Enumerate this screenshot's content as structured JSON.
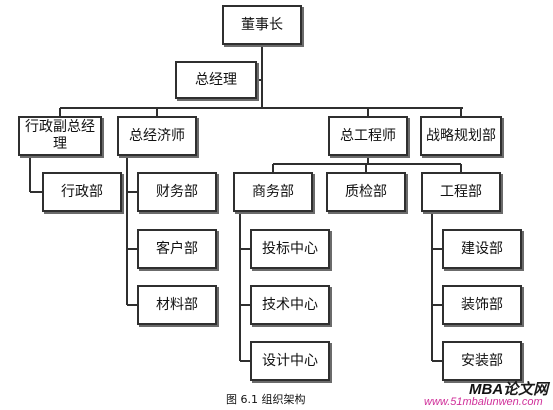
{
  "diagram": {
    "root": "董事长",
    "general_manager": "总经理",
    "departments": {
      "admin_deputy_gm": "行政副总经理",
      "admin_office": "行政部",
      "chief_economist": "总经济师",
      "finance": "财务部",
      "customer": "客户部",
      "materials": "材料部",
      "chief_engineer": "总工程师",
      "business": "商务部",
      "bidding_center": "投标中心",
      "tech_center": "技术中心",
      "design_center": "设计中心",
      "quality": "质检部",
      "engineering": "工程部",
      "construction": "建设部",
      "decoration": "装饰部",
      "installation": "安装部",
      "strategy_planning": "战略规划部"
    }
  },
  "caption": "图 6.1  组织架构",
  "watermark": {
    "logo_latin": "MBA",
    "logo_cn": "论文网",
    "url": "www.51mbalunwen.com"
  }
}
